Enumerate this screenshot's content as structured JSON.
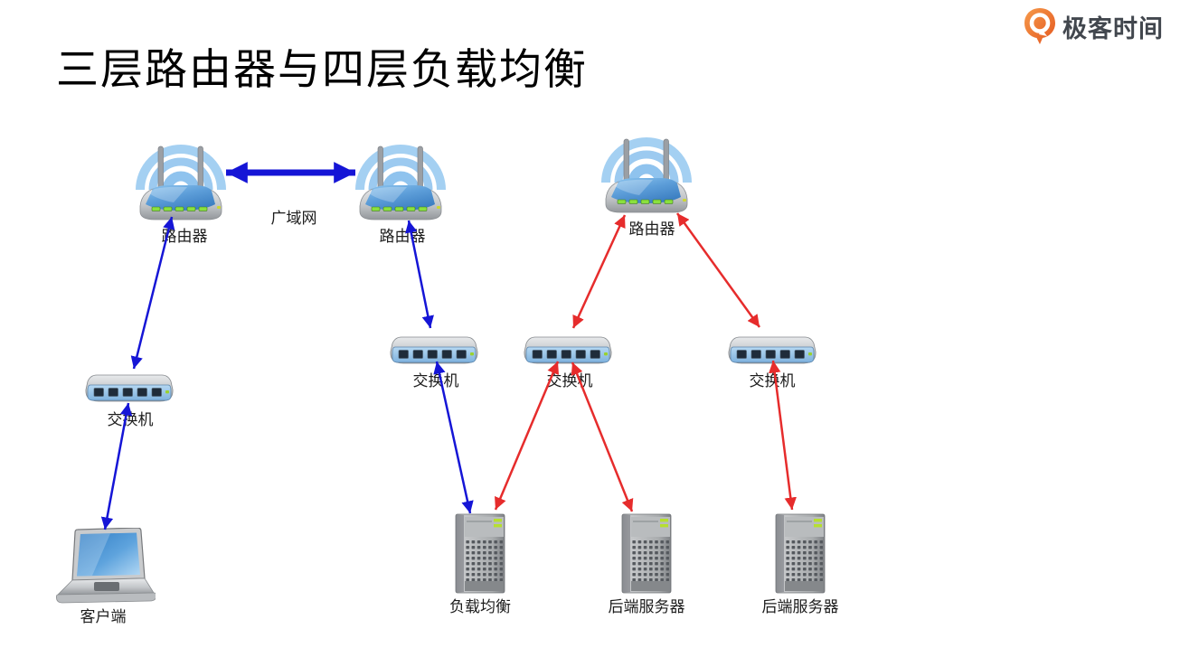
{
  "header": {
    "title": "三层路由器与四层负载均衡"
  },
  "logo": {
    "text": "极客时间",
    "brand_color": "#ED6A2C"
  },
  "diagram": {
    "colors": {
      "layer3_link": "#1515d6",
      "layer4_link": "#e62c2c"
    },
    "nodes": {
      "router1": {
        "label": "路由器",
        "type": "wireless-router"
      },
      "router2": {
        "label": "路由器",
        "type": "wireless-router"
      },
      "router3": {
        "label": "路由器",
        "type": "wireless-router"
      },
      "wan": {
        "label": "广域网"
      },
      "switch1": {
        "label": "交换机",
        "type": "switch"
      },
      "switch2": {
        "label": "交换机",
        "type": "switch"
      },
      "switch3": {
        "label": "交换机",
        "type": "switch"
      },
      "switch4": {
        "label": "交换机",
        "type": "switch"
      },
      "client": {
        "label": "客户端",
        "type": "laptop"
      },
      "load_balancer": {
        "label": "负载均衡",
        "type": "server"
      },
      "backend1": {
        "label": "后端服务器",
        "type": "server"
      },
      "backend2": {
        "label": "后端服务器",
        "type": "server"
      }
    },
    "links": [
      {
        "from": "router1",
        "to": "router2",
        "color": "#1515d6",
        "style": "thick",
        "bidirectional": true,
        "label": "广域网"
      },
      {
        "from": "router1",
        "to": "switch1",
        "color": "#1515d6",
        "bidirectional": true
      },
      {
        "from": "switch1",
        "to": "client",
        "color": "#1515d6",
        "bidirectional": true
      },
      {
        "from": "router2",
        "to": "switch2",
        "color": "#1515d6",
        "bidirectional": true
      },
      {
        "from": "switch2",
        "to": "load_balancer",
        "color": "#1515d6",
        "bidirectional": true
      },
      {
        "from": "router3",
        "to": "switch3",
        "color": "#e62c2c",
        "bidirectional": true
      },
      {
        "from": "router3",
        "to": "switch4",
        "color": "#e62c2c",
        "bidirectional": true
      },
      {
        "from": "switch3",
        "to": "load_balancer",
        "color": "#e62c2c",
        "bidirectional": true
      },
      {
        "from": "switch3",
        "to": "backend1",
        "color": "#e62c2c",
        "bidirectional": true
      },
      {
        "from": "switch4",
        "to": "backend2",
        "color": "#e62c2c",
        "bidirectional": true
      }
    ]
  }
}
